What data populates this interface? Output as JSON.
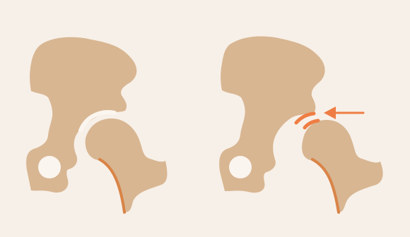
{
  "figure": {
    "panels": [
      {
        "id": "left",
        "state": "normal hip joint"
      },
      {
        "id": "right",
        "state": "hip joint with arrow pointing to femoral head / acetabulum rim"
      }
    ]
  },
  "colors": {
    "background": "#f7f0e8",
    "bone": "#d8b692",
    "cartilage_edge": "#d98447",
    "accent": "#ef7d43",
    "joint_gap": "#fbf5ef"
  },
  "icons": {
    "arrow": "left-arrow-icon"
  }
}
